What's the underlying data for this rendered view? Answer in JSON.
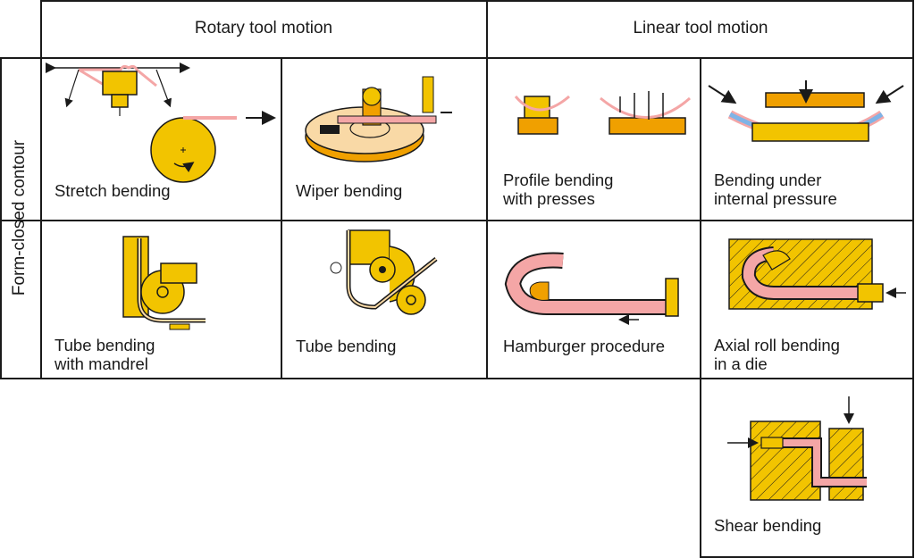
{
  "header": {
    "rotary": "Rotary tool motion",
    "linear": "Linear tool motion"
  },
  "side_label": "Form-closed contour",
  "cells": {
    "stretch": "Stretch bending",
    "wiper": "Wiper bending",
    "profile": "Profile bending\nwith presses",
    "internal": "Bending under\ninternal pressure",
    "mandrel": "Tube bending\nwith mandrel",
    "tube": "Tube bending",
    "hamburger": "Hamburger procedure",
    "axial": "Axial roll bending\nin a die",
    "shear": "Shear bending"
  },
  "colors": {
    "tool": "#f2c400",
    "tool_dark": "#f0a000",
    "workpiece": "#f4a6a6",
    "pressure": "#7fb3e6",
    "line": "#1a1a1a"
  }
}
